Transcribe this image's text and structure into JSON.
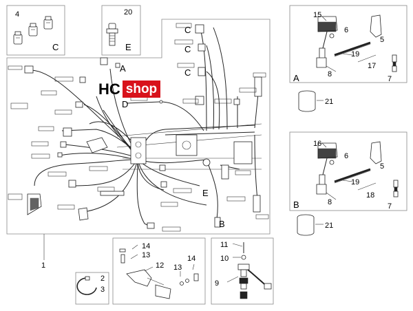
{
  "logo": {
    "part1": "HC",
    "part2": "shop"
  },
  "callouts": {
    "c1": "1",
    "c2": "2",
    "c3": "3",
    "c4": "4",
    "c5a": "5",
    "c5b": "5",
    "c6a": "6",
    "c6b": "6",
    "c7a": "7",
    "c7b": "7",
    "c8a": "8",
    "c8b": "8",
    "c9": "9",
    "c10": "10",
    "c11": "11",
    "c12": "12",
    "c13a": "13",
    "c13b": "13",
    "c14a": "14",
    "c14b": "14",
    "c15": "15",
    "c16": "16",
    "c17": "17",
    "c18": "18",
    "c19a": "19",
    "c19b": "19",
    "c20": "20",
    "c21a": "21",
    "c21b": "21"
  },
  "letters": {
    "A_box": "A",
    "B_box": "B",
    "C_box": "C",
    "E_box": "E",
    "A_main": "A",
    "B_main": "B",
    "C1": "C",
    "C2": "C",
    "C3": "C",
    "D_main": "D",
    "E_main": "E"
  }
}
